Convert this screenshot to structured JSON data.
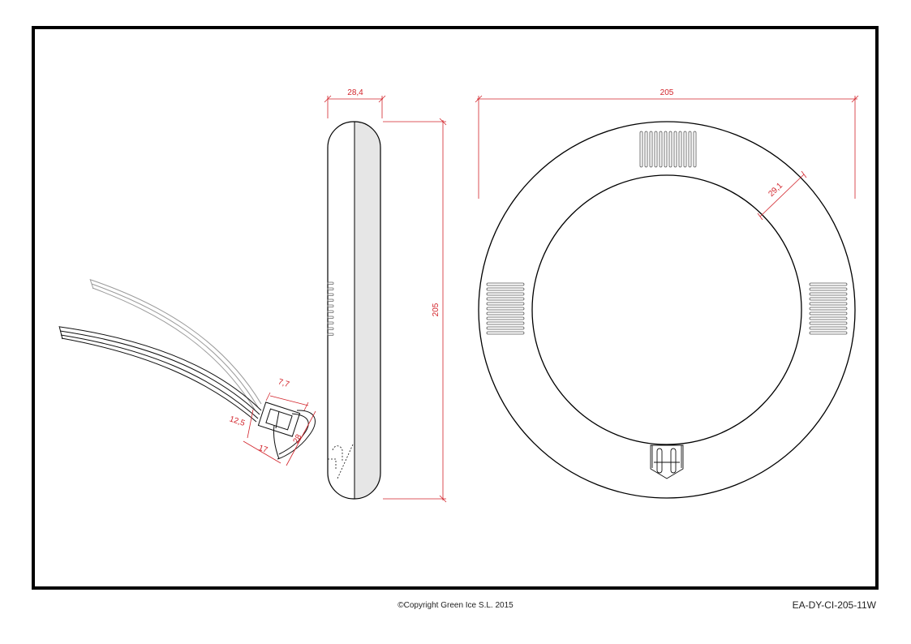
{
  "dimensions": {
    "side_width": "28,4",
    "side_height": "205",
    "front_diameter": "205",
    "ring_width": "29,1",
    "connector_a": "7,7",
    "connector_b": "12,5",
    "connector_c": "17",
    "connector_d": "28"
  },
  "footer": {
    "copyright": "©Copyright Green Ice S.L. 2015",
    "drawing_code": "EA-DY-CI-205-11W"
  },
  "colors": {
    "dimension": "#d2232a",
    "outline": "#000000",
    "shade": "#e6e6e6"
  }
}
